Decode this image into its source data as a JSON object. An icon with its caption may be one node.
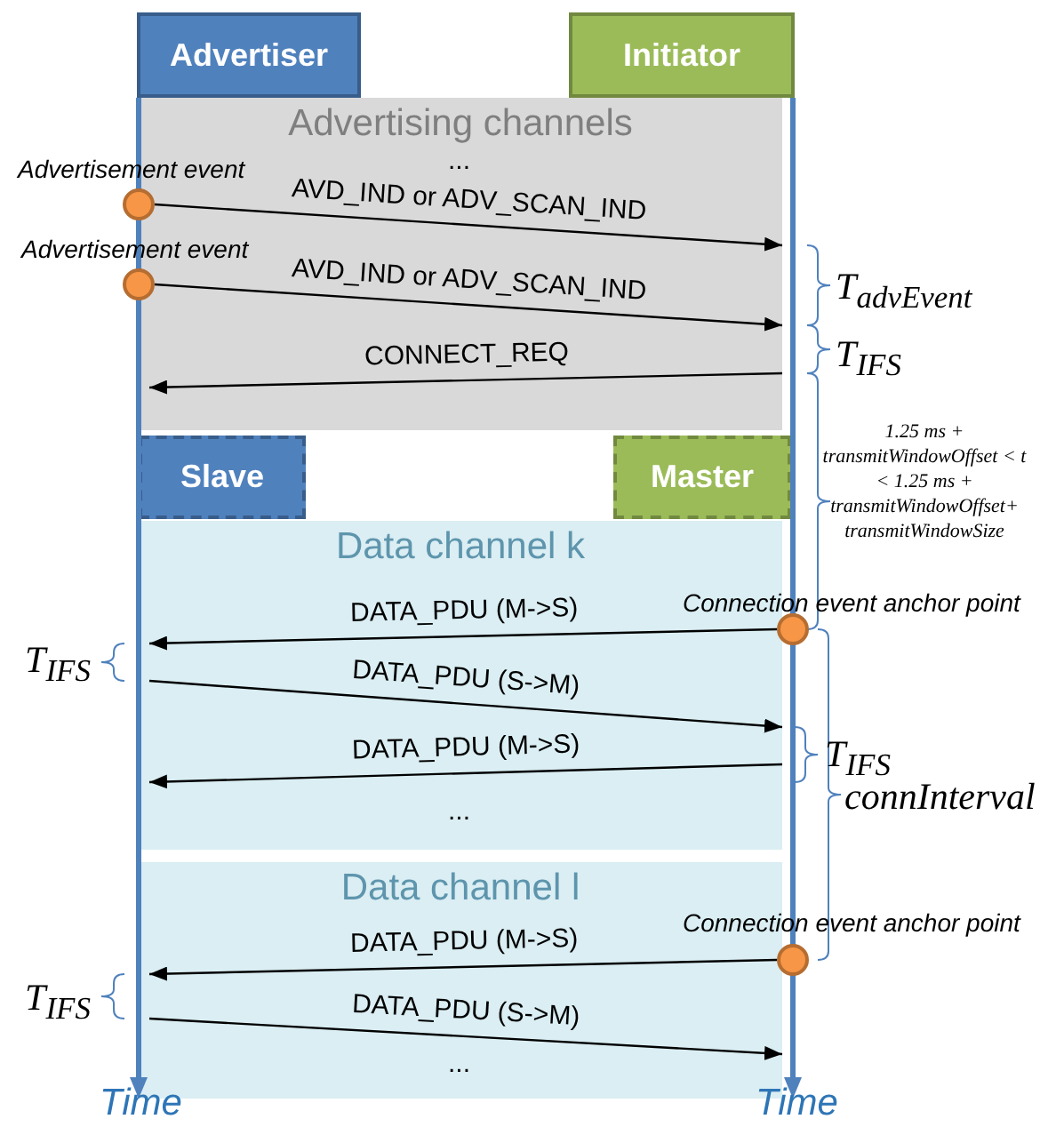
{
  "diagram": {
    "nodes": [
      {
        "text": [
          "Advertiser"
        ]
      },
      {
        "text": [
          "Initiator"
        ]
      },
      {
        "text": [],
        "shape": "bar"
      },
      {
        "text": [],
        "shape": "bar"
      },
      {
        "text": [],
        "shape": "circle",
        "beside": [
          "Advertisement event"
        ]
      },
      {
        "text": [],
        "shape": "circle",
        "beside": [
          "Advertisement event"
        ]
      },
      {
        "text": [
          "Slave"
        ]
      },
      {
        "text": [
          "Master"
        ]
      },
      {
        "text": [],
        "shape": "circle",
        "beside": [
          "Connection event anchor point"
        ]
      },
      {
        "text": [],
        "shape": "circle",
        "beside": [
          "Connection event anchor point"
        ]
      }
    ],
    "edges": [
      {
        "from": 4,
        "to": 3,
        "arrow": "to",
        "label": "AVD_IND or ADV_SCAN_IND"
      },
      {
        "from": 5,
        "to": 3,
        "arrow": "to",
        "label": "AVD_IND or ADV_SCAN_IND"
      },
      {
        "from": 3,
        "to": 2,
        "arrow": "to",
        "label": "CONNECT_REQ"
      },
      {
        "from": 8,
        "to": 2,
        "arrow": "to",
        "label": "DATA_PDU (M->S)"
      },
      {
        "from": 2,
        "to": 3,
        "arrow": "to",
        "label": "DATA_PDU (S->M)"
      },
      {
        "from": 3,
        "to": 2,
        "arrow": "to",
        "label": "DATA_PDU (M->S)"
      },
      {
        "from": 9,
        "to": 2,
        "arrow": "to",
        "label": "DATA_PDU (M->S)"
      },
      {
        "from": 2,
        "to": 3,
        "arrow": "to",
        "label": "DATA_PDU (S->M)"
      }
    ],
    "labels": [
      "Advertising channels",
      "...",
      "T$_{advEvent}$",
      "T$_{IFS}$",
      "1.25 ms + transmitWindowOffset < t < 1.25 ms + transmitWindowOffset+ transmitWindowSize",
      "Data channel k",
      "T$_{IFS}$",
      "T$_{IFS}$",
      "connInterval",
      "...",
      "Data channel l",
      "T$_{IFS}$",
      "...",
      "Time",
      "Time"
    ]
  }
}
